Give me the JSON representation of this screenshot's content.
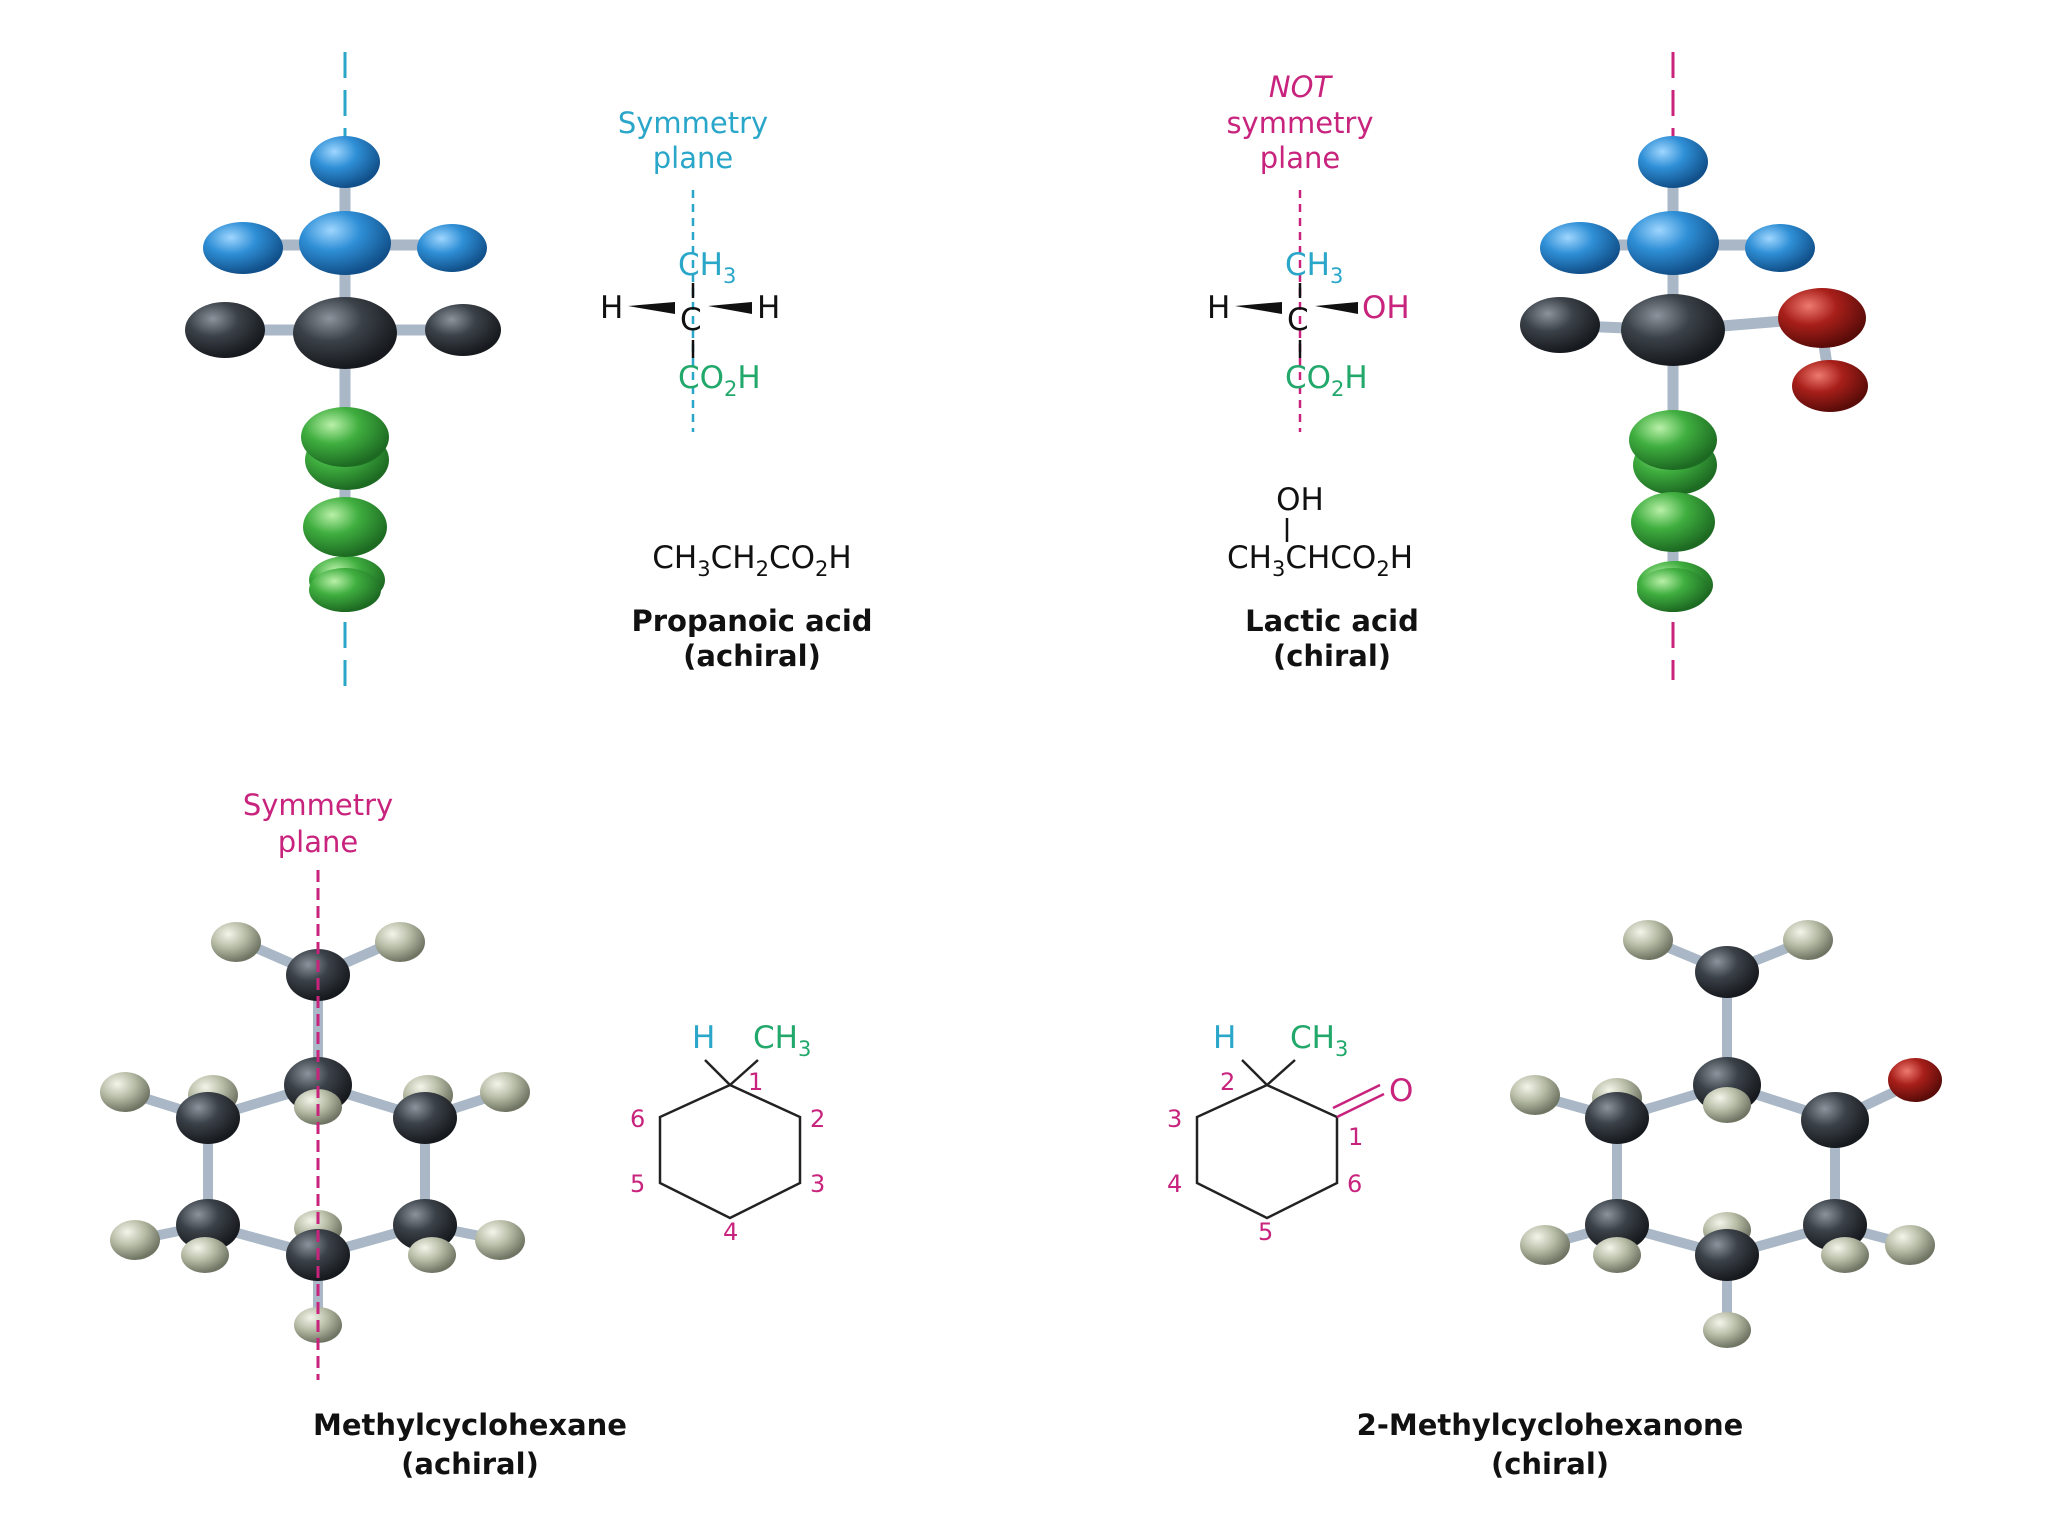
{
  "colors": {
    "cyan": "#2aa6c9",
    "magenta": "#c8237d",
    "green": "#22a86b",
    "ball_blue": "#2f8fd6",
    "ball_green": "#3fae3f",
    "ball_dark": "#3b4148",
    "ball_red": "#a81f1a",
    "ball_h": "#b7bca6"
  },
  "propanoic": {
    "plane_label_1": "Symmetry",
    "plane_label_2": "plane",
    "top": "CH",
    "top_sub": "3",
    "left": "H",
    "center": "C",
    "right": "H",
    "bottom": "CO",
    "bottom_sub": "2",
    "bottom_end": "H",
    "formula": [
      "CH",
      "3",
      "CH",
      "2",
      "CO",
      "2",
      "H"
    ],
    "name": "Propanoic acid",
    "chirality": "(achiral)"
  },
  "lactic": {
    "not_label": "NOT",
    "plane_label_1": "symmetry",
    "plane_label_2": "plane",
    "top": "CH",
    "top_sub": "3",
    "left": "H",
    "center": "C",
    "right": "OH",
    "bottom": "CO",
    "bottom_sub": "2",
    "bottom_end": "H",
    "formula_oh": "OH",
    "formula": [
      "CH",
      "3",
      "CHCO",
      "2",
      "H"
    ],
    "name": "Lactic acid",
    "chirality": "(chiral)"
  },
  "methylcyclohexane": {
    "plane_label_1": "Symmetry",
    "plane_label_2": "plane",
    "h": "H",
    "ch3": "CH",
    "ch3_sub": "3",
    "ring_numbers": [
      "1",
      "2",
      "3",
      "4",
      "5",
      "6"
    ],
    "name": "Methylcyclohexane",
    "chirality": "(achiral)"
  },
  "methylcyclohexanone": {
    "h": "H",
    "ch3": "CH",
    "ch3_sub": "3",
    "oxygen": "O",
    "ring_numbers": [
      "1",
      "2",
      "3",
      "4",
      "5",
      "6"
    ],
    "name": "2-Methylcyclohexanone",
    "chirality": "(chiral)"
  }
}
